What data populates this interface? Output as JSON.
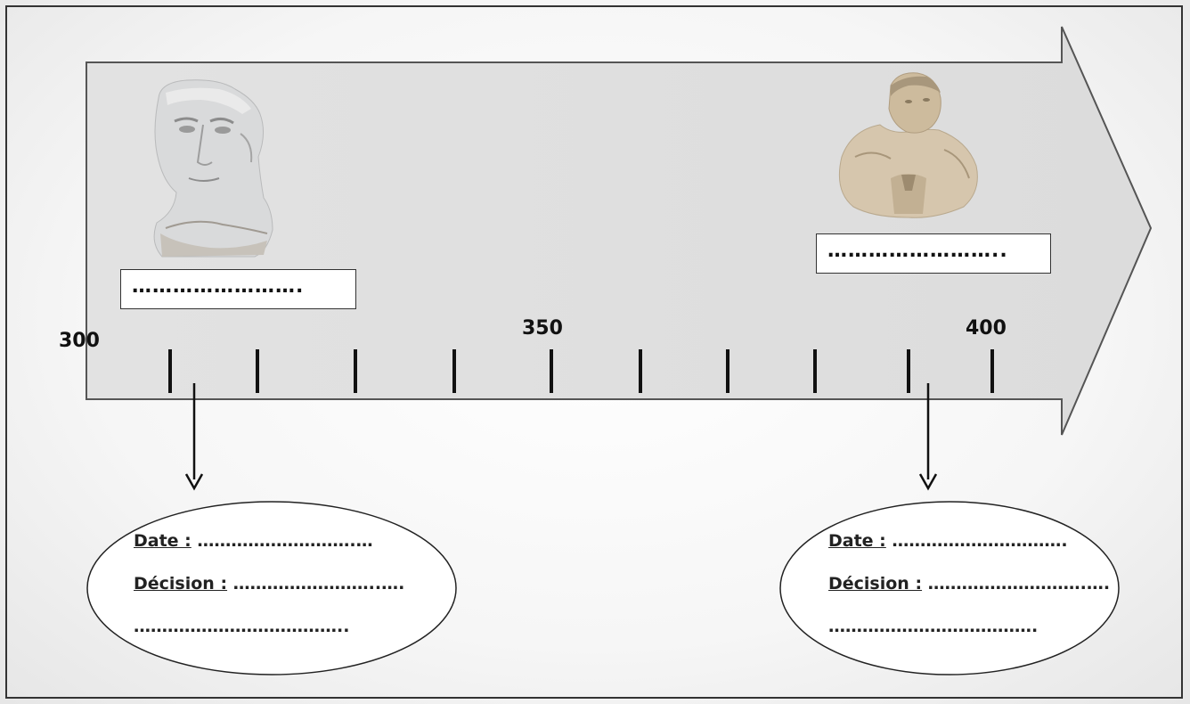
{
  "timeline": {
    "year_start": "300",
    "year_mid": "350",
    "year_end": "400"
  },
  "left_emperor": {
    "name_placeholder": "……………………."
  },
  "right_emperor": {
    "name_placeholder": "…………………….."
  },
  "left_card": {
    "date_label": "Date :",
    "date_value": " ……………………….…",
    "decision_label": "Décision :",
    "decision_value": " ……………………..….",
    "extra_line": "……………………………….."
  },
  "right_card": {
    "date_label": "Date :",
    "date_value": " ………………………….",
    "decision_label": "Décision :",
    "decision_value": " ……………………….….",
    "extra_line": "………………………………."
  }
}
